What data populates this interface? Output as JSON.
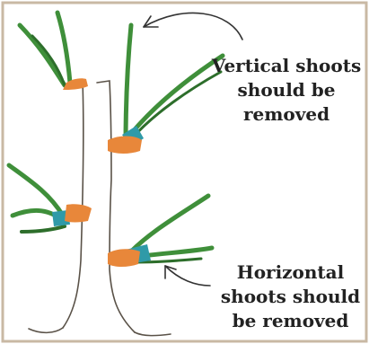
{
  "annotations": {
    "vertical": [
      "Vertical shoots",
      "should be",
      "removed"
    ],
    "horizontal": [
      "Horizontal",
      "shoots should",
      "be removed"
    ]
  },
  "colors": {
    "background": "#ffffff",
    "frame": "#c9b9a4",
    "trunk_outline": "#5a5248",
    "shoot_green": "#3f8f3a",
    "shoot_dark": "#2d6e2b",
    "cut_orange": "#e8873a",
    "sleeve_teal": "#2f9aa8",
    "arrow": "#333333",
    "text": "#222222"
  }
}
